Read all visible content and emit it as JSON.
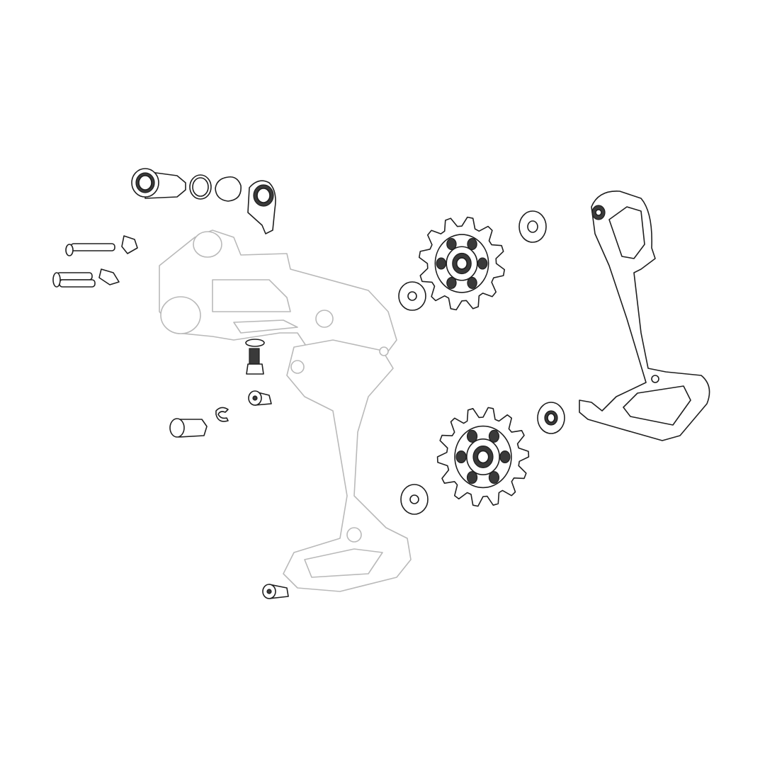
{
  "diagram": {
    "kind": "exploded parts view",
    "colors": {
      "background": "#ffffff",
      "part_line": "#1e1e1e",
      "ghost_line": "#b9b9b9"
    },
    "parts": [
      {
        "name": "b-bolt-bushing"
      },
      {
        "name": "o-ring"
      },
      {
        "name": "shaped-washer"
      },
      {
        "name": "hanger-spring-plate"
      },
      {
        "name": "pin-long"
      },
      {
        "name": "pin-short"
      },
      {
        "name": "pin-clip"
      },
      {
        "name": "pin-clip-2"
      },
      {
        "name": "derailleur-body"
      },
      {
        "name": "limit-screw"
      },
      {
        "name": "cable-bolt"
      },
      {
        "name": "e-clip"
      },
      {
        "name": "cable-anchor"
      },
      {
        "name": "upper-pulley",
        "teeth": 12
      },
      {
        "name": "lower-pulley",
        "teeth": 14
      },
      {
        "name": "pulley-washer-1"
      },
      {
        "name": "pulley-washer-2"
      },
      {
        "name": "pulley-washer-3"
      },
      {
        "name": "pulley-washer-4"
      },
      {
        "name": "outer-cage-plate"
      },
      {
        "name": "cage-bolt"
      }
    ]
  }
}
